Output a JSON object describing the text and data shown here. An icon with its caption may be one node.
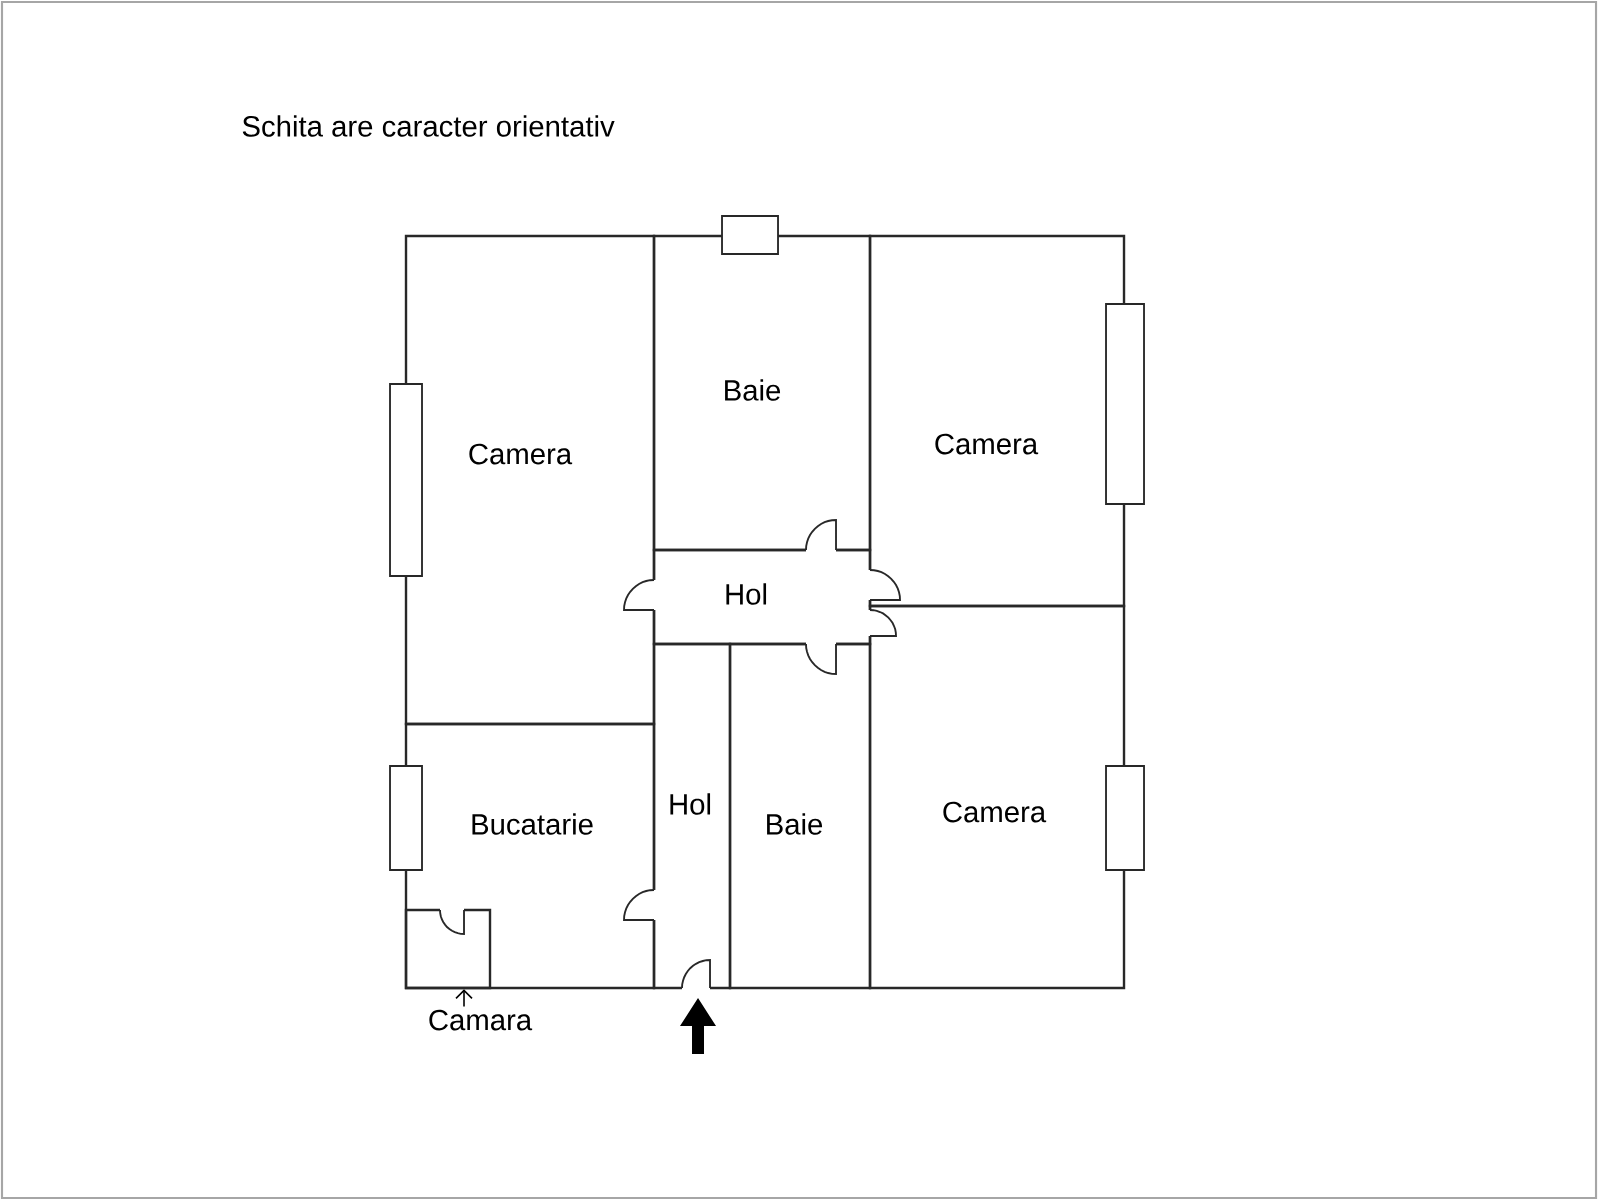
{
  "diagram": {
    "title": "Schita are caracter orientativ",
    "nodes": [
      {
        "text": [
          "Camera"
        ]
      },
      {
        "text": [
          "Baie"
        ]
      },
      {
        "text": [
          "Camera"
        ]
      },
      {
        "text": [
          "Hol"
        ]
      },
      {
        "text": [
          "Bucatarie"
        ]
      },
      {
        "text": [
          "Hol"
        ]
      },
      {
        "text": [
          "Baie"
        ]
      },
      {
        "text": [
          "Camera"
        ]
      },
      {
        "text": [],
        "shape": "box",
        "in": 4
      },
      {
        "text": [
          "Camara"
        ]
      }
    ],
    "edges": [
      {
        "from": 9,
        "to": 8,
        "arrow": "to"
      }
    ]
  }
}
